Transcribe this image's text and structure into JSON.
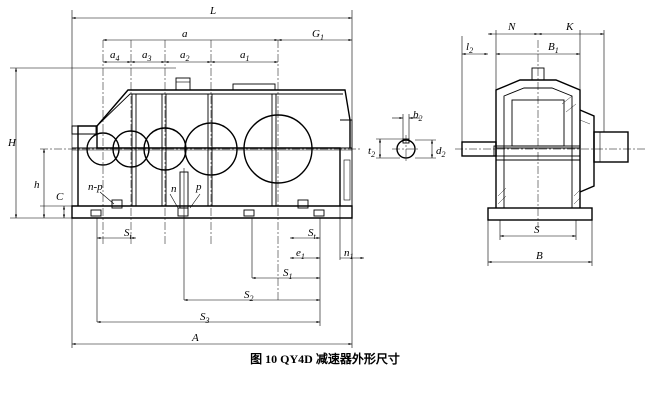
{
  "caption": "图 10   QY4D 减速器外形尺寸",
  "front_view_labels": {
    "L": "L",
    "a": "a",
    "a4": "a",
    "a4_sub": "4",
    "a3": "a",
    "a3_sub": "3",
    "a2": "a",
    "a2_sub": "2",
    "a1": "a",
    "a1_sub": "1",
    "G1": "G",
    "G1_sub": "1",
    "H": "H",
    "h": "h",
    "C": "C",
    "np_left": "n-p",
    "n": "n",
    "p": "p",
    "St_left": "S",
    "St_left_sub": "t",
    "St_right": "S",
    "St_right_sub": "t",
    "e1": "e",
    "e1_sub": "1",
    "n1": "n",
    "n1_sub": "1",
    "S1": "S",
    "S1_sub": "1",
    "S2": "S",
    "S2_sub": "2",
    "S3": "S",
    "S3_sub": "3",
    "A": "A"
  },
  "shaft_section_labels": {
    "b2": "b",
    "b2_sub": "2",
    "t2": "t",
    "t2_sub": "2",
    "d2": "d",
    "d2_sub": "2"
  },
  "side_view_labels": {
    "l2": "l",
    "l2_sub": "2",
    "N": "N",
    "K": "K",
    "B1": "B",
    "B1_sub": "1",
    "S": "S",
    "B": "B"
  }
}
